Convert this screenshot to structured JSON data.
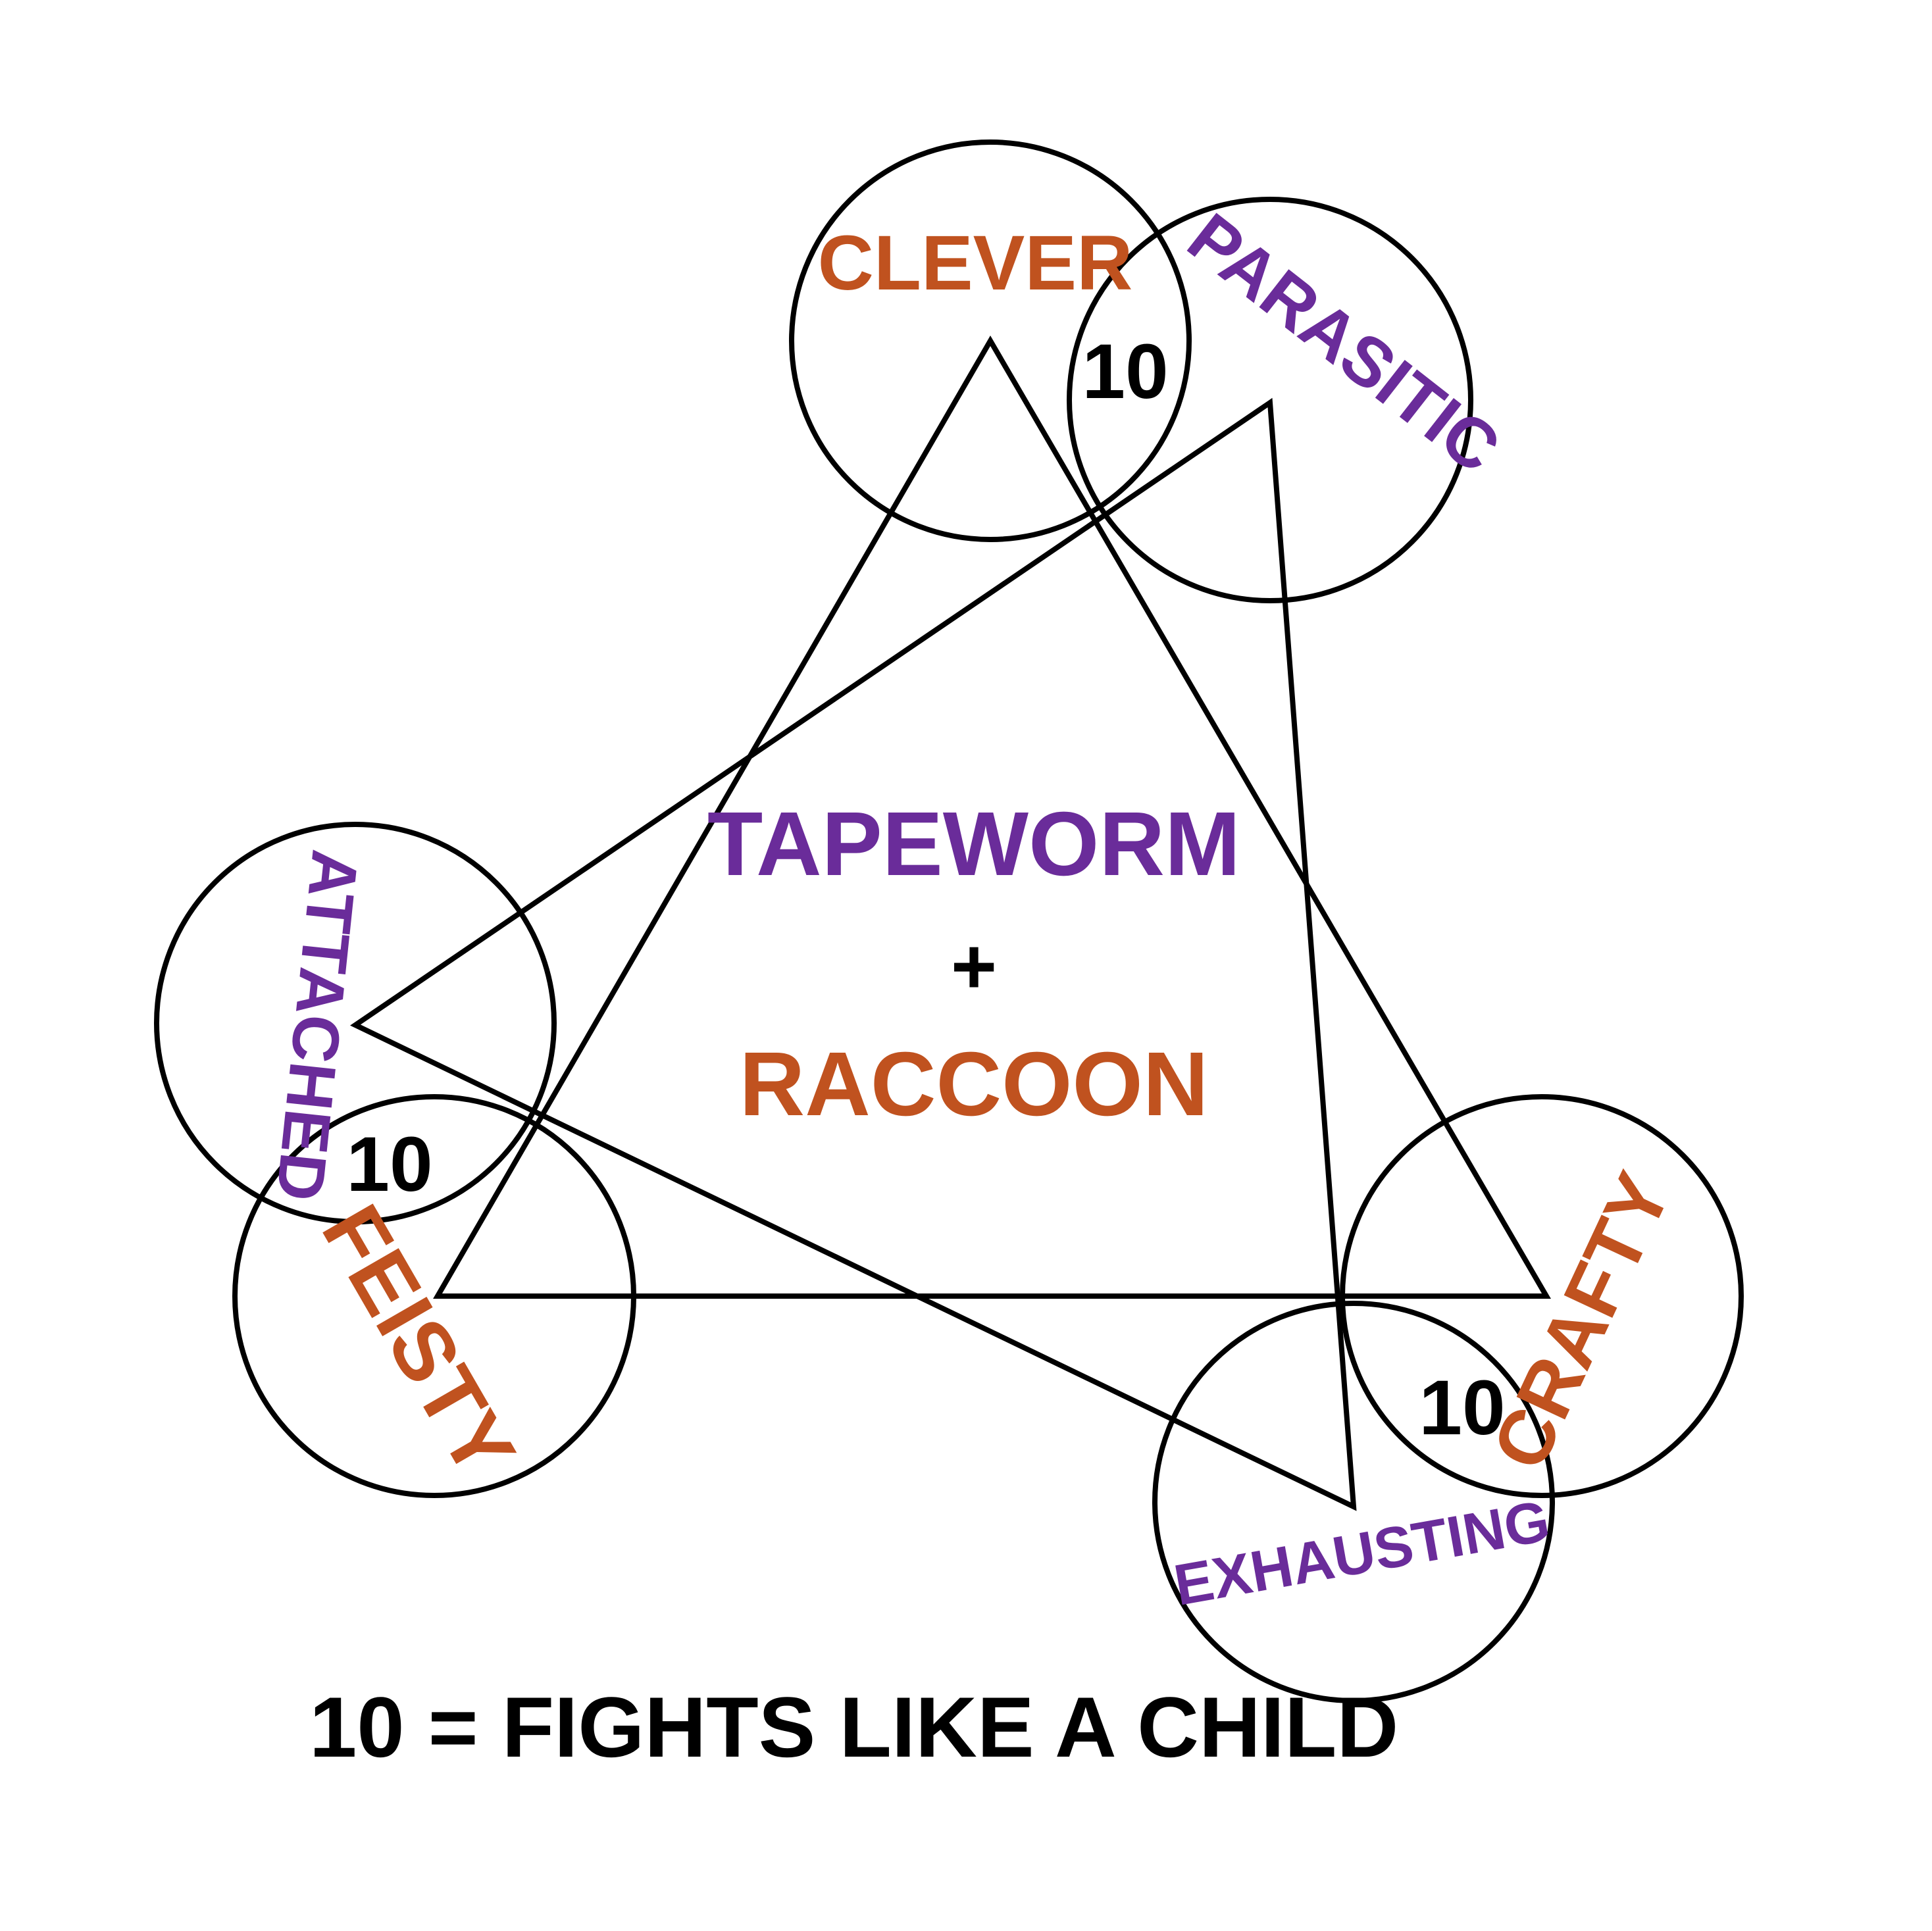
{
  "colors": {
    "purple": "#6a2c9a",
    "orange": "#c0521f",
    "black": "#000000",
    "background": "#ffffff"
  },
  "center": {
    "line1": "TAPEWORM",
    "plus": "+",
    "line2": "RACCOON"
  },
  "traits": {
    "clever": "CLEVER",
    "parasitic": "PARASITIC",
    "attached": "ATTACHED",
    "feisty": "FEISTY",
    "crafty": "CRAFTY",
    "exhausting": "EXHAUSTING"
  },
  "overlaps": {
    "top": "10",
    "left": "10",
    "right": "10"
  },
  "legend": "10 = FIGHTS LIKE A CHILD"
}
